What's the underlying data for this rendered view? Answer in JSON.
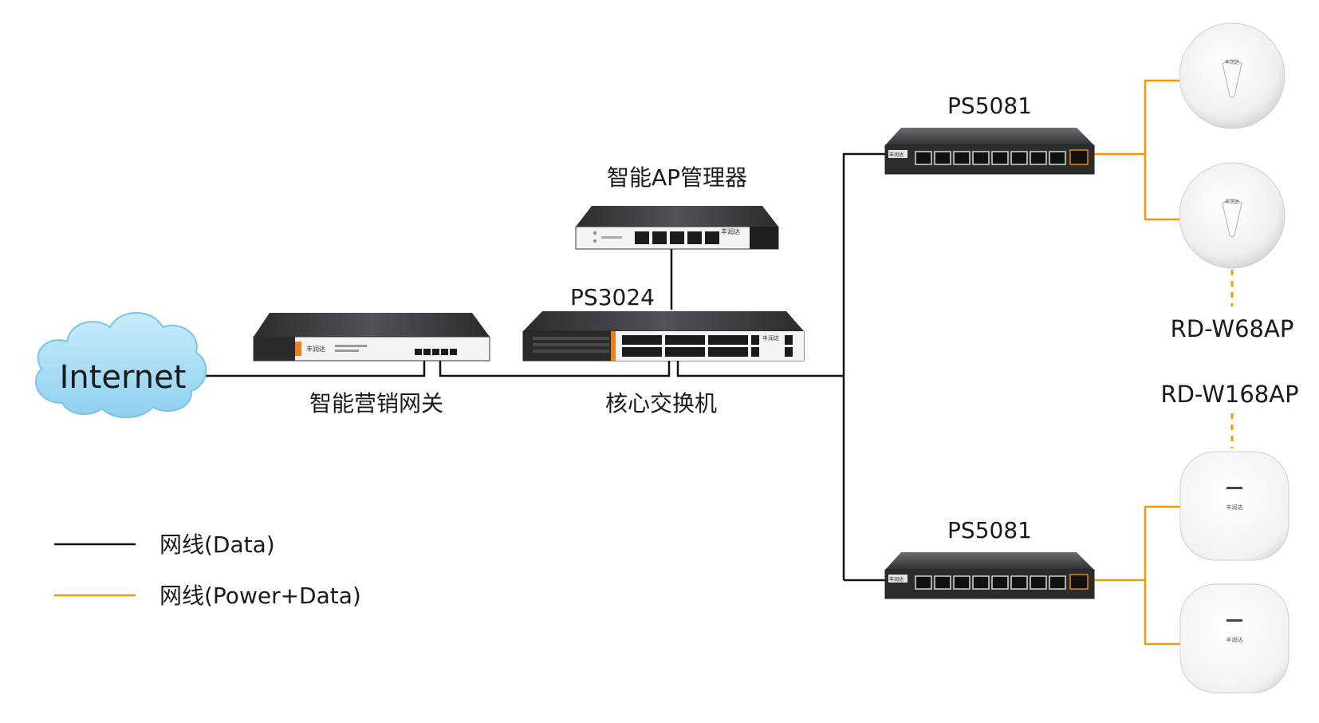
{
  "cloud": {
    "label": "Internet",
    "icon": "cloud-icon"
  },
  "devices": {
    "gateway": {
      "caption": "智能营销网关",
      "brand": "丰润达",
      "icon": "router-icon"
    },
    "ap_manager": {
      "caption": "智能AP管理器",
      "brand": "丰润达",
      "icon": "controller-icon"
    },
    "core_switch": {
      "model": "PS3024",
      "caption": "核心交换机",
      "brand": "丰润达",
      "icon": "switch-icon"
    },
    "poe_switch_top": {
      "model": "PS5081",
      "brand": "丰润达",
      "icon": "poe-switch-icon"
    },
    "poe_switch_bottom": {
      "model": "PS5081",
      "brand": "丰润达",
      "icon": "poe-switch-icon"
    }
  },
  "access_points": {
    "w68": {
      "model": "RD-W68AP",
      "brand": "丰润达",
      "icon": "ceiling-ap-round-icon"
    },
    "w168": {
      "model": "RD-W168AP",
      "brand": "丰润达",
      "icon": "ceiling-ap-square-icon"
    }
  },
  "legend": [
    {
      "label": "网线(Data)",
      "color": "#111111"
    },
    {
      "label": "网线(Power+Data)",
      "color": "#f39800"
    }
  ],
  "colors": {
    "data_line": "#111111",
    "poe_line": "#f39800",
    "cloud_fill": "#8fd0ef",
    "accent_orange": "#e8821e"
  }
}
